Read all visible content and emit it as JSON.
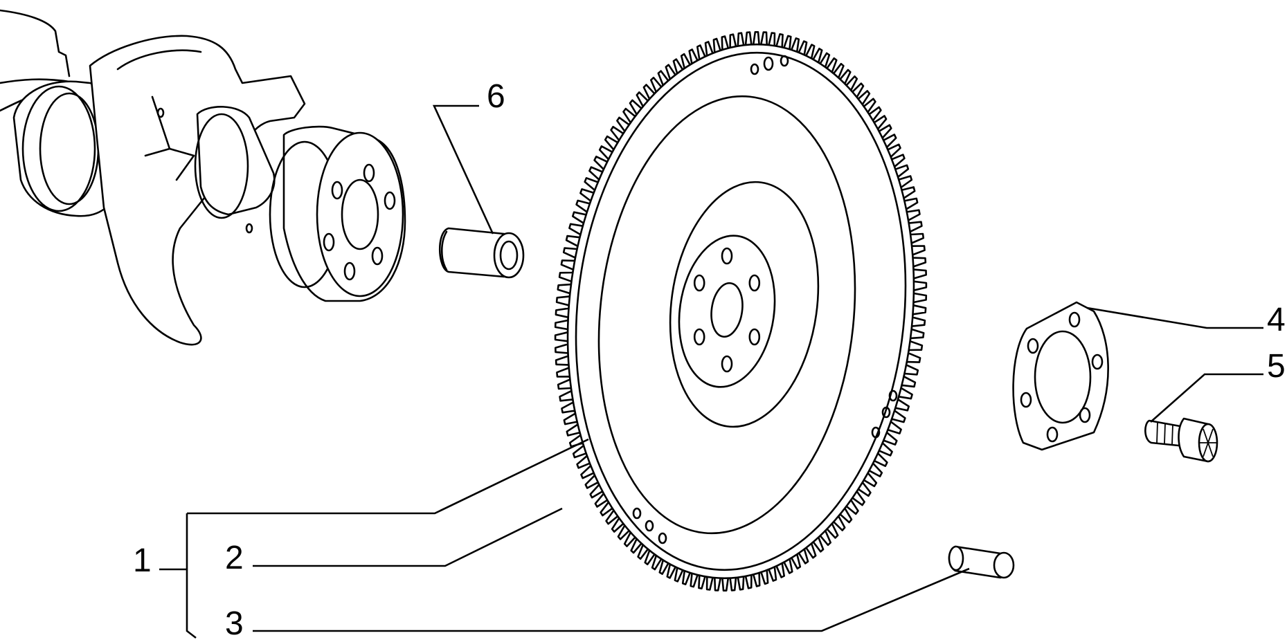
{
  "callouts": {
    "c1": "1",
    "c2": "2",
    "c3": "3",
    "c4": "4",
    "c5": "5",
    "c6": "6"
  },
  "colors": {
    "ink": "#000000",
    "paper": "#ffffff"
  },
  "parts": {
    "flywheel_teeth": 140,
    "flywheel_bolt_holes": 6,
    "plate_bolt_holes": 6,
    "crank_flange_bolt_holes": 6
  }
}
